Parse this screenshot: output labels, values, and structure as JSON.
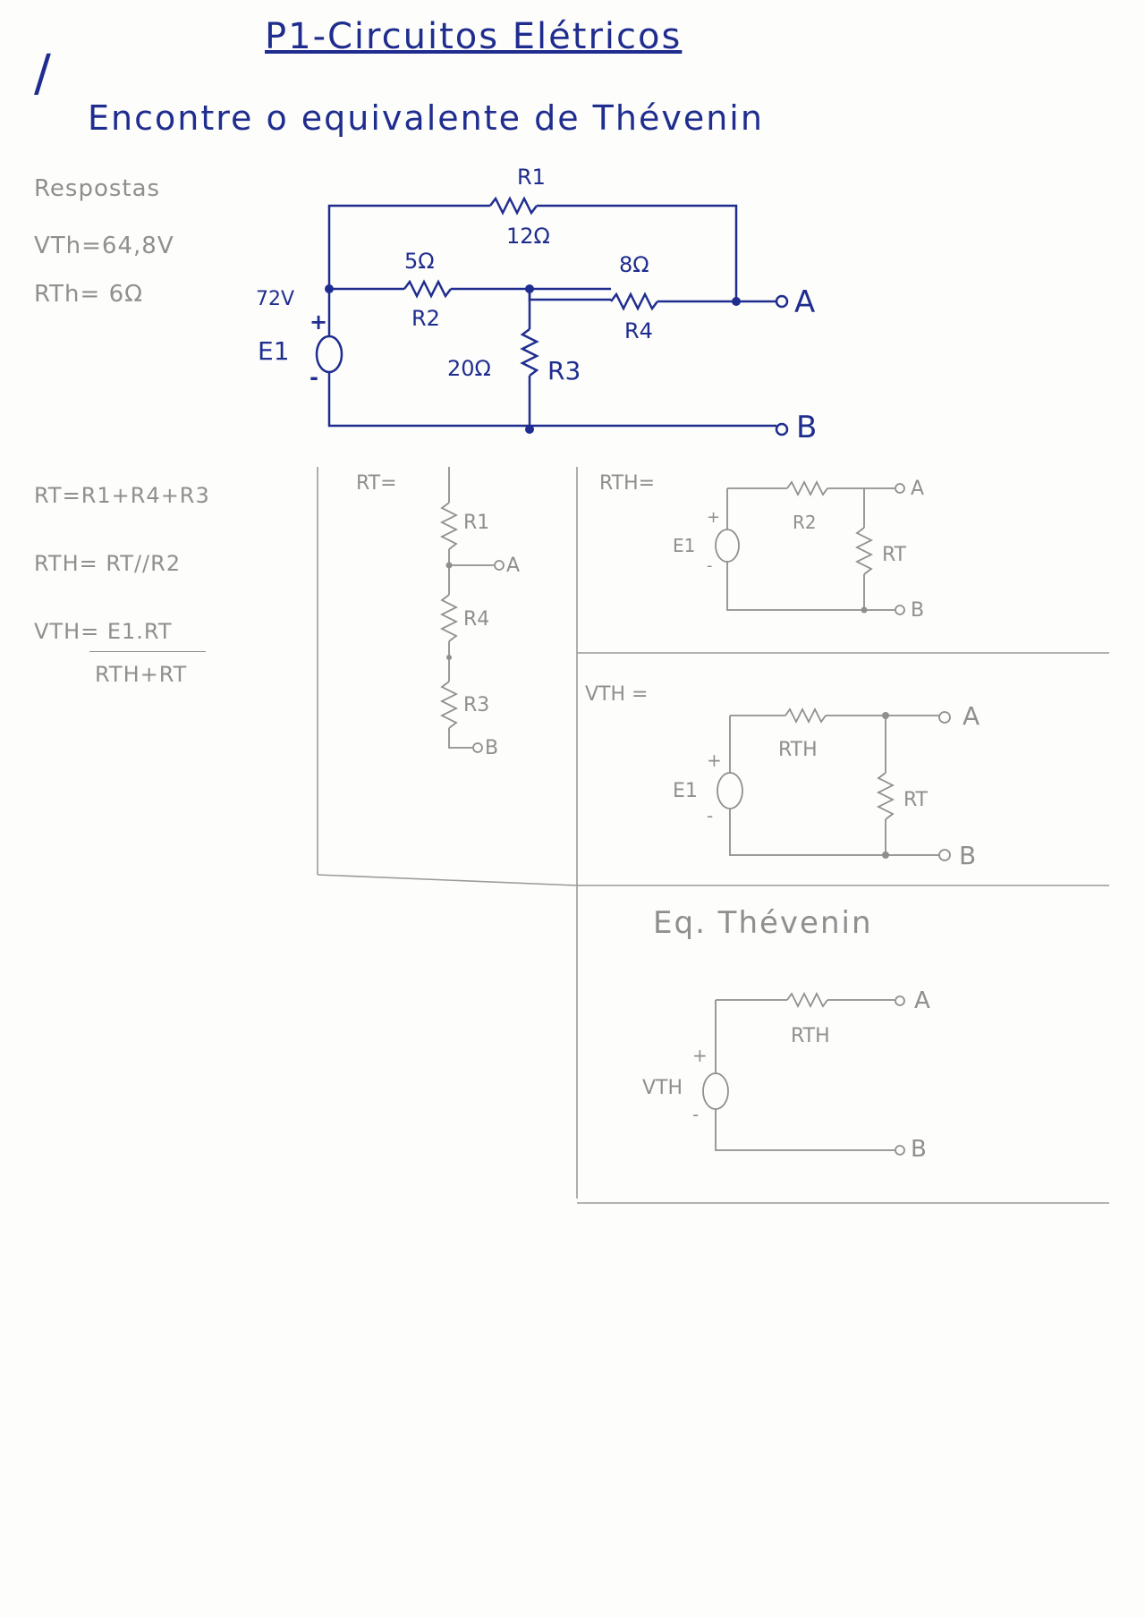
{
  "header": {
    "title": "P1-Circuitos Elétricos",
    "subtitle": "Encontre o equivalente de Thévenin",
    "mark": "/"
  },
  "answers": {
    "heading": "Respostas",
    "vth": "VTh=64,8V",
    "rth": "RTh= 6Ω"
  },
  "circuit": {
    "r1_name": "R1",
    "r1_value": "12Ω",
    "r2_name": "R2",
    "r2_value": "5Ω",
    "r4_name": "R4",
    "r4_value": "8Ω",
    "r3_name": "R3",
    "r3_value": "20Ω",
    "source_name": "E1",
    "source_value": "72V",
    "plus": "+",
    "minus": "-",
    "term_a": "A",
    "term_b": "B"
  },
  "formulas": {
    "rt": "RT=R1+R4+R3",
    "rth": "RTH= RT//R2",
    "vth_num": "VTH= E1.RT",
    "vth_den": "RTH+RT"
  },
  "rt_panel": {
    "heading": "RT=",
    "r1": "R1",
    "a": "A",
    "r4": "R4",
    "r3": "R3",
    "b": "B"
  },
  "rth_panel": {
    "heading": "RTH=",
    "r2": "R2",
    "rt": "RT",
    "e1": "E1",
    "plus": "+",
    "minus": "-",
    "a": "A",
    "b": "B"
  },
  "vth_panel": {
    "heading": "VTH =",
    "rth": "RTH",
    "rt": "RT",
    "e1": "E1",
    "plus": "+",
    "minus": "-",
    "a": "A",
    "b": "B"
  },
  "eq_panel": {
    "heading": "Eq. Thévenin",
    "rth": "RTH",
    "vth": "VTH",
    "plus": "+",
    "minus": "-",
    "a": "A",
    "b": "B"
  },
  "colors": {
    "ink": "#1f2d8f",
    "pencil": "#8f8f8f",
    "paper": "#fdfdfb"
  }
}
